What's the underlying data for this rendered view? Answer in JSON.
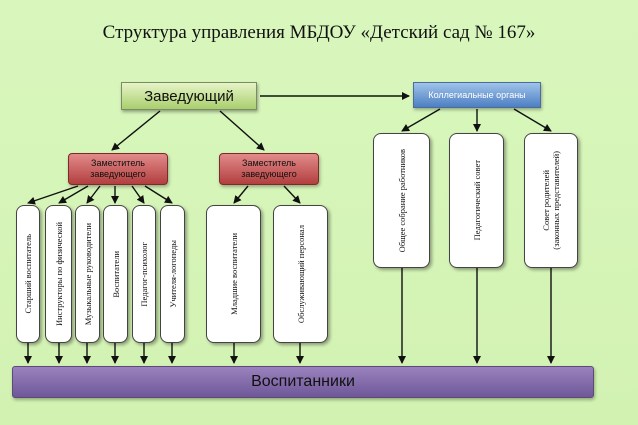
{
  "title": "Структура управления МБДОУ «Детский сад № 167»",
  "head": "Заведующий",
  "collegial": "Коллегиальные органы",
  "deputy_left": "Заместитель заведующего",
  "deputy_right": "Заместитель заведующего",
  "left_columns": [
    "Старший воспитатель",
    "Инструкторы по физической",
    "Музыкальные руководители",
    "Воспитатели",
    "Педагог-психолог",
    "Учителя-логопеды"
  ],
  "mid_columns": [
    "Младшие воспитатели",
    "Обслуживающий персонал"
  ],
  "right_columns": [
    "Общее собрание работников",
    "Педагогический совет",
    "Совет родителей\n(законных представителей)"
  ],
  "bottom": "Воспитанники"
}
